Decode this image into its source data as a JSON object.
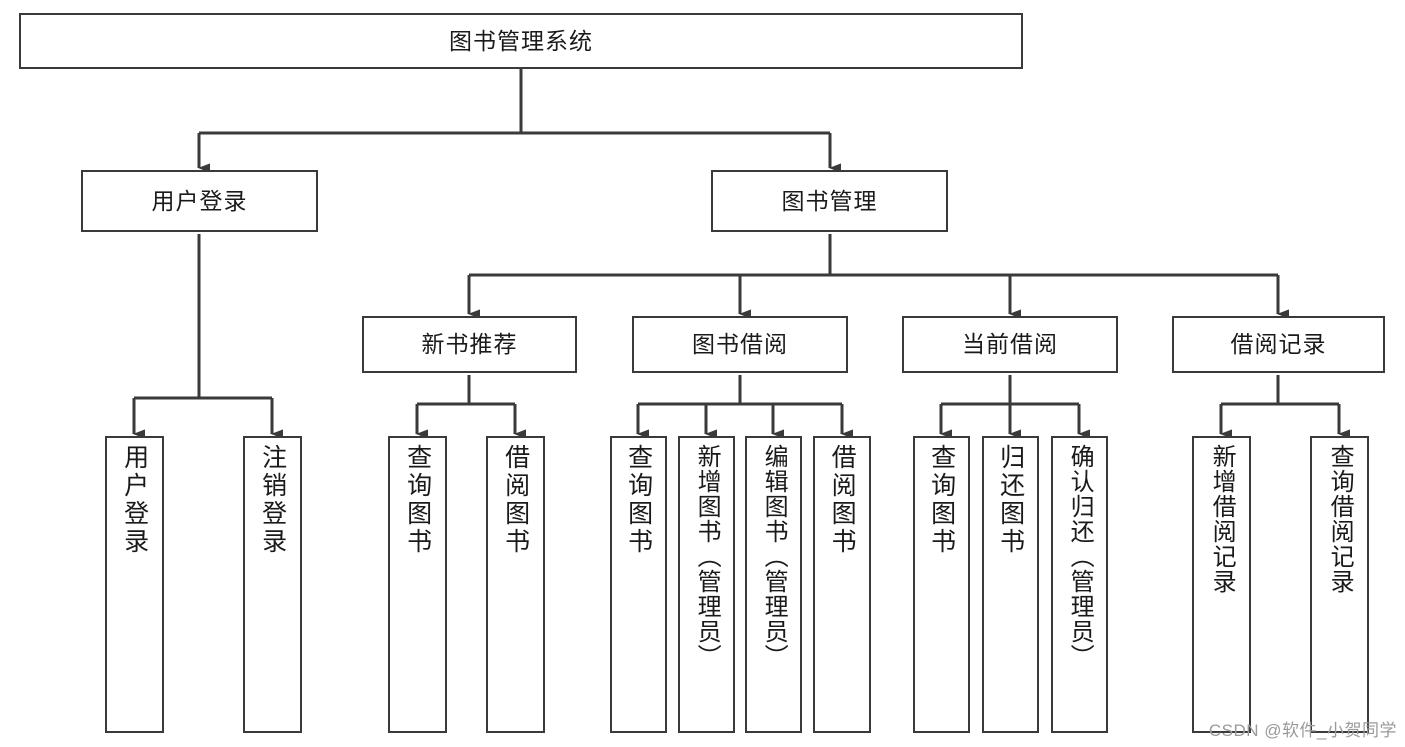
{
  "diagram": {
    "title": "图书管理系统",
    "type": "tree-hierarchy-diagram",
    "colors": {
      "border": "#3a3a3a",
      "background": "#ffffff",
      "text": "#1a1a1a",
      "watermark": "#9a9a9a"
    },
    "levels": {
      "root": {
        "label": "图书管理系统"
      },
      "level2": [
        {
          "label": "用户登录"
        },
        {
          "label": "图书管理"
        }
      ],
      "level3": [
        {
          "label": "新书推荐"
        },
        {
          "label": "图书借阅"
        },
        {
          "label": "当前借阅"
        },
        {
          "label": "借阅记录"
        }
      ],
      "leaves": {
        "user_login": [
          {
            "label": "用户登录"
          },
          {
            "label": "注销登录"
          }
        ],
        "new_book_recommend": [
          {
            "label": "查询图书"
          },
          {
            "label": "借阅图书"
          }
        ],
        "book_borrow": [
          {
            "label": "查询图书"
          },
          {
            "label": "新增图书（管理员）"
          },
          {
            "label": "编辑图书（管理员）"
          },
          {
            "label": "借阅图书"
          }
        ],
        "current_borrow": [
          {
            "label": "查询图书"
          },
          {
            "label": "归还图书"
          },
          {
            "label": "确认归还（管理员）"
          }
        ],
        "borrow_record": [
          {
            "label": "新增借阅记录"
          },
          {
            "label": "查询借阅记录"
          }
        ]
      }
    }
  },
  "watermark": {
    "text": "CSDN @软件_小贺同学"
  }
}
